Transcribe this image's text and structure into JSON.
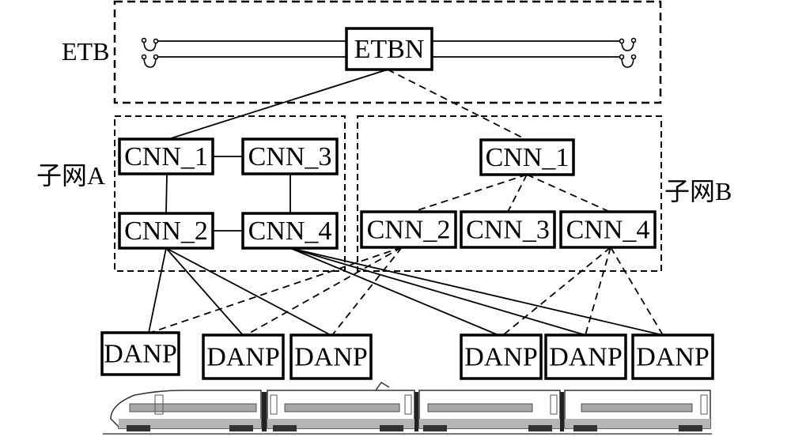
{
  "diagram": {
    "type": "network-topology",
    "colors": {
      "line": "#000000",
      "background": "#ffffff",
      "train_gray": "#9a9a9a"
    },
    "regions": {
      "etb": {
        "label": "ETB"
      },
      "subnet_a": {
        "label": "子网A"
      },
      "subnet_b": {
        "label": "子网B"
      }
    },
    "nodes": {
      "etbn": {
        "label": "ETBN"
      },
      "a_cnn1": {
        "label": "CNN_1"
      },
      "a_cnn2": {
        "label": "CNN_2"
      },
      "a_cnn3": {
        "label": "CNN_3"
      },
      "a_cnn4": {
        "label": "CNN_4"
      },
      "b_cnn1": {
        "label": "CNN_1"
      },
      "b_cnn2": {
        "label": "CNN_2"
      },
      "b_cnn3": {
        "label": "CNN_3"
      },
      "b_cnn4": {
        "label": "CNN_4"
      },
      "danp1": {
        "label": "DANP"
      },
      "danp2": {
        "label": "DANP"
      },
      "danp3": {
        "label": "DANP"
      },
      "danp4": {
        "label": "DANP"
      },
      "danp5": {
        "label": "DANP"
      },
      "danp6": {
        "label": "DANP"
      }
    },
    "edges": [
      {
        "from": "etbn",
        "to": "a_cnn1",
        "style": "solid"
      },
      {
        "from": "etbn",
        "to": "b_cnn1",
        "style": "dashed"
      },
      {
        "from": "a_cnn1",
        "to": "a_cnn3",
        "style": "solid"
      },
      {
        "from": "a_cnn1",
        "to": "a_cnn2",
        "style": "solid"
      },
      {
        "from": "a_cnn3",
        "to": "a_cnn4",
        "style": "solid"
      },
      {
        "from": "a_cnn2",
        "to": "a_cnn4",
        "style": "solid"
      },
      {
        "from": "b_cnn1",
        "to": "b_cnn2",
        "style": "dashed"
      },
      {
        "from": "b_cnn1",
        "to": "b_cnn3",
        "style": "dashed"
      },
      {
        "from": "b_cnn1",
        "to": "b_cnn4",
        "style": "dashed"
      },
      {
        "from": "a_cnn2",
        "to": "danp1",
        "style": "solid"
      },
      {
        "from": "a_cnn2",
        "to": "danp2",
        "style": "solid"
      },
      {
        "from": "a_cnn2",
        "to": "danp3",
        "style": "solid"
      },
      {
        "from": "a_cnn4",
        "to": "danp4",
        "style": "solid"
      },
      {
        "from": "a_cnn4",
        "to": "danp5",
        "style": "solid"
      },
      {
        "from": "a_cnn4",
        "to": "danp6",
        "style": "solid"
      },
      {
        "from": "b_cnn2",
        "to": "danp1",
        "style": "dashed"
      },
      {
        "from": "b_cnn2",
        "to": "danp2",
        "style": "dashed"
      },
      {
        "from": "b_cnn2",
        "to": "danp3",
        "style": "dashed"
      },
      {
        "from": "b_cnn4",
        "to": "danp4",
        "style": "dashed"
      },
      {
        "from": "b_cnn4",
        "to": "danp5",
        "style": "dashed"
      },
      {
        "from": "b_cnn4",
        "to": "danp6",
        "style": "dashed"
      }
    ],
    "bus_lines": 2,
    "train": {
      "cars": 4,
      "description": "high-speed-train"
    }
  }
}
